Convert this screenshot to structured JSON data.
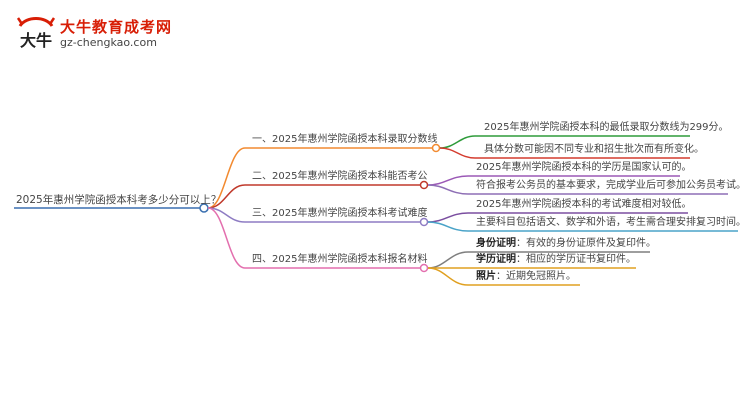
{
  "brand": {
    "name": "大牛教育成考网",
    "url": "gz-chengkao.com",
    "logo_chars": "大牛",
    "colors": {
      "brand": "#d81e06"
    }
  },
  "mindmap": {
    "root": "2025年惠州学院函授本科考多少分可以上？",
    "branches": [
      {
        "title": "一、2025年惠州学院函授本科录取分数线",
        "color": "#f28a30",
        "leaves": [
          {
            "text": "2025年惠州学院函授本科的最低录取分数线为299分。",
            "color": "#2e9b3a"
          },
          {
            "text": "具体分数可能因不同专业和招生批次而有所变化。",
            "color": "#d43b2e"
          }
        ]
      },
      {
        "title": "二、2025年惠州学院函授本科能否考公",
        "color": "#c0392b",
        "leaves": [
          {
            "text": "2025年惠州学院函授本科的学历是国家认可的。",
            "color": "#9b59b6"
          },
          {
            "text": "符合报考公务员的基本要求，完成学业后可参加公务员考试。",
            "color": "#8e6fb5"
          }
        ]
      },
      {
        "title": "三、2025年惠州学院函授本科考试难度",
        "color": "#8e7cc3",
        "leaves": [
          {
            "text": "2025年惠州学院函授本科的考试难度相对较低。",
            "color": "#7b4fa0"
          },
          {
            "text": "主要科目包括语文、数学和外语，考生需合理安排复习时间。",
            "color": "#4aa3c8"
          }
        ]
      },
      {
        "title": "四、2025年惠州学院函授本科报名材料",
        "color": "#e36fae",
        "leaves": [
          {
            "label": "身份证明",
            "text": "：有效的身份证原件及复印件。",
            "color": "#7f7f7f"
          },
          {
            "label": "学历证明",
            "text": "：相应的学历证书复印件。",
            "color": "#e0a020"
          },
          {
            "label": "照片",
            "text": "：近期免冠照片。",
            "color": "#e0a020"
          }
        ]
      }
    ]
  }
}
